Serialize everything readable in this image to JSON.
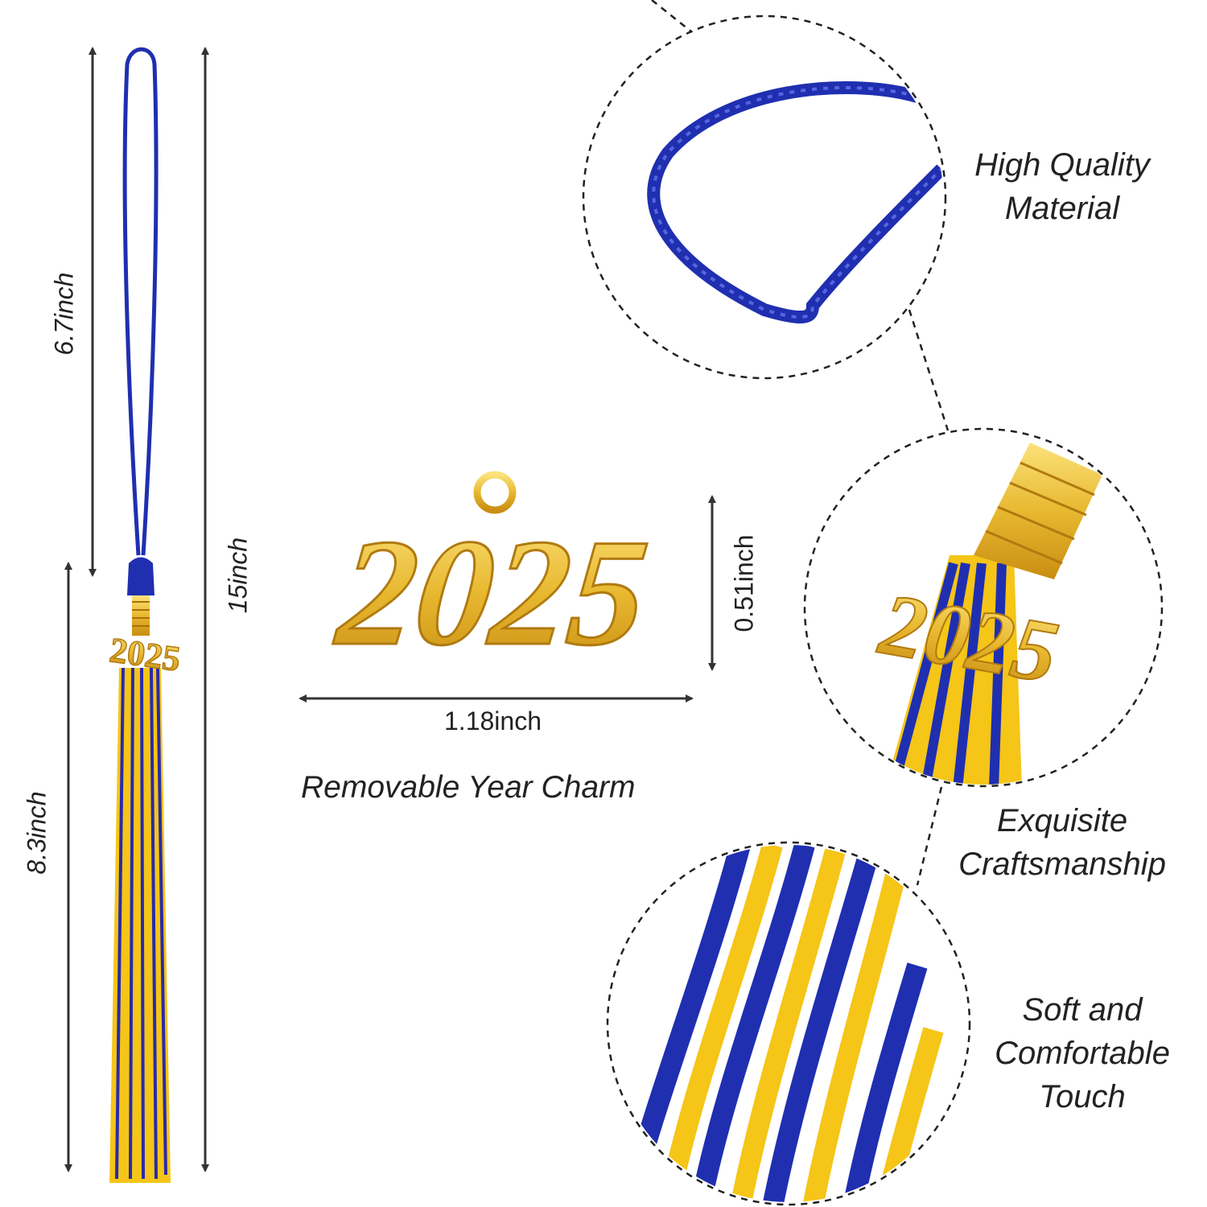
{
  "dimensions": {
    "cord_length": "6.7inch",
    "total_length": "15inch",
    "fringe_length": "8.3inch",
    "charm_height": "0.51inch",
    "charm_width": "1.18inch"
  },
  "charm": {
    "year": "2025",
    "caption": "Removable Year Charm"
  },
  "features": [
    {
      "line1": "High Quality",
      "line2": "Material"
    },
    {
      "line1": "Exquisite",
      "line2": "Craftsmanship"
    },
    {
      "line1": "Soft and",
      "line2": "Comfortable",
      "line3": "Touch"
    }
  ],
  "colors": {
    "blue": "#1f2fb0",
    "gold": "#f5c518",
    "metal": "#e8b830",
    "arrow": "#333333"
  }
}
